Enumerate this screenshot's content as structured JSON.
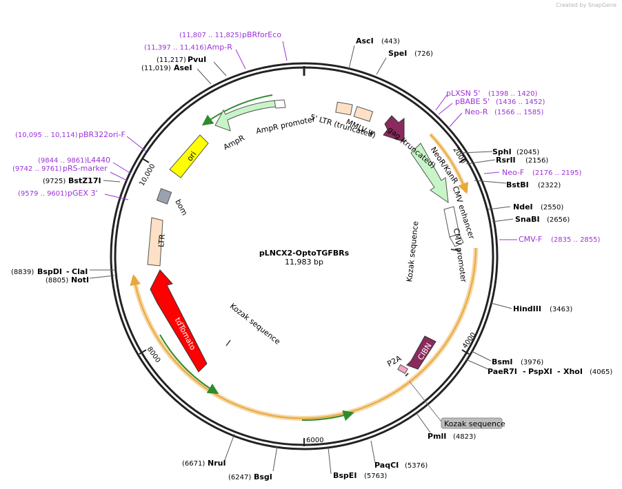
{
  "watermark": "Created by SnapGene",
  "plasmid": {
    "name": "pLNCX2-OptoTGFBRs",
    "size_label": "11,983 bp"
  },
  "ticks": [
    "2000",
    "4000",
    "6000",
    "8000",
    "10,000"
  ],
  "enzymes": {
    "ascI": {
      "name": "AscI",
      "pos": "(443)"
    },
    "speI": {
      "name": "SpeI",
      "pos": "(726)"
    },
    "sphI": {
      "name": "SphI",
      "pos": "(2045)"
    },
    "rsrII": {
      "name": "RsrII",
      "pos": "(2156)"
    },
    "bstBI": {
      "name": "BstBI",
      "pos": "(2322)"
    },
    "ndeI": {
      "name": "NdeI",
      "pos": "(2550)"
    },
    "snaBI": {
      "name": "SnaBI",
      "pos": "(2656)"
    },
    "hindIII": {
      "name": "HindIII",
      "pos": "(3463)"
    },
    "bsmI": {
      "name": "BsmI",
      "pos": "(3976)"
    },
    "paeR7I": {
      "name": "PaeR7I",
      "dash1": "-",
      "pspXI": "PspXI",
      "dash2": "-",
      "xhoI": "XhoI",
      "pos": "(4065)"
    },
    "pmlI": {
      "name": "PmlI",
      "pos": "(4823)"
    },
    "paqCI": {
      "name": "PaqCI",
      "pos": "(5376)"
    },
    "bspEI": {
      "name": "BspEI",
      "pos": "(5763)"
    },
    "bsgI": {
      "name": "BsgI",
      "pos": "(6247)"
    },
    "nruI": {
      "name": "NruI",
      "pos": "(6671)"
    },
    "notI": {
      "name": "NotI",
      "pos": "(8805)"
    },
    "bspDI": {
      "name": "BspDI",
      "dash": "-",
      "claI": "ClaI",
      "pos": "(8839)"
    },
    "bstZ17I": {
      "name": "BstZ17I",
      "pos": "(9725)"
    },
    "aseI": {
      "name": "AseI",
      "pos": "(11,019)"
    },
    "pvuI": {
      "name": "PvuI",
      "pos": "(11,217)"
    }
  },
  "primers": {
    "pbrforeco": {
      "name": "pBRforEco",
      "pos": "(11,807 .. 11,825)"
    },
    "ampr": {
      "name": "Amp-R",
      "pos": "(11,397 .. 11,416)"
    },
    "plxsn5": {
      "name": "pLXSN 5'",
      "pos": "(1398 .. 1420)"
    },
    "pbabe5": {
      "name": "pBABE 5'",
      "pos": "(1436 .. 1452)"
    },
    "neor": {
      "name": "Neo-R",
      "pos": "(1566 .. 1585)"
    },
    "neof": {
      "name": "Neo-F",
      "pos": "(2176 .. 2195)"
    },
    "cmvf": {
      "name": "CMV-F",
      "pos": "(2835 .. 2855)"
    },
    "pbr322": {
      "name": "pBR322ori-F",
      "pos": "(10,095 .. 10,114)"
    },
    "l4440": {
      "name": "L4440",
      "pos": "(9844 .. 9861)"
    },
    "prsmarker": {
      "name": "pRS-marker",
      "pos": "(9742 .. 9761)"
    },
    "pgex3": {
      "name": "pGEX 3'",
      "pos": "(9579 .. 9601)"
    }
  },
  "features": {
    "ampr": "AmpR",
    "ampr_promoter": "AmpR promoter",
    "ltr5": "5' LTR (truncated)",
    "mmlv": "MMLV Ψ",
    "gag": "gag (truncated)",
    "neor_kanr": "NeoR/KanR",
    "cmv_enhancer": "CMV enhancer",
    "cmv_promoter": "CMV promoter",
    "kozak1": "Kozak sequence",
    "cibn": "CIBN",
    "p2a": "P2A",
    "kozak2": "Kozak sequence",
    "kozak3": "Kozak sequence",
    "tdtomato": "tdTomato",
    "ltr": "LTR",
    "bom": "bom",
    "ori": "ori"
  },
  "colors": {
    "ampr": "#c8f5c8",
    "ori": "#ffff00",
    "tdtomato": "#ff0000",
    "gag": "#8b2a5c",
    "cibn": "#8b2a5c",
    "neor": "#c8f5c8",
    "ltr": "#fde0c5",
    "bom": "#9aa3ad",
    "orf": "#e8a93a",
    "primer": "#9b30d9"
  }
}
